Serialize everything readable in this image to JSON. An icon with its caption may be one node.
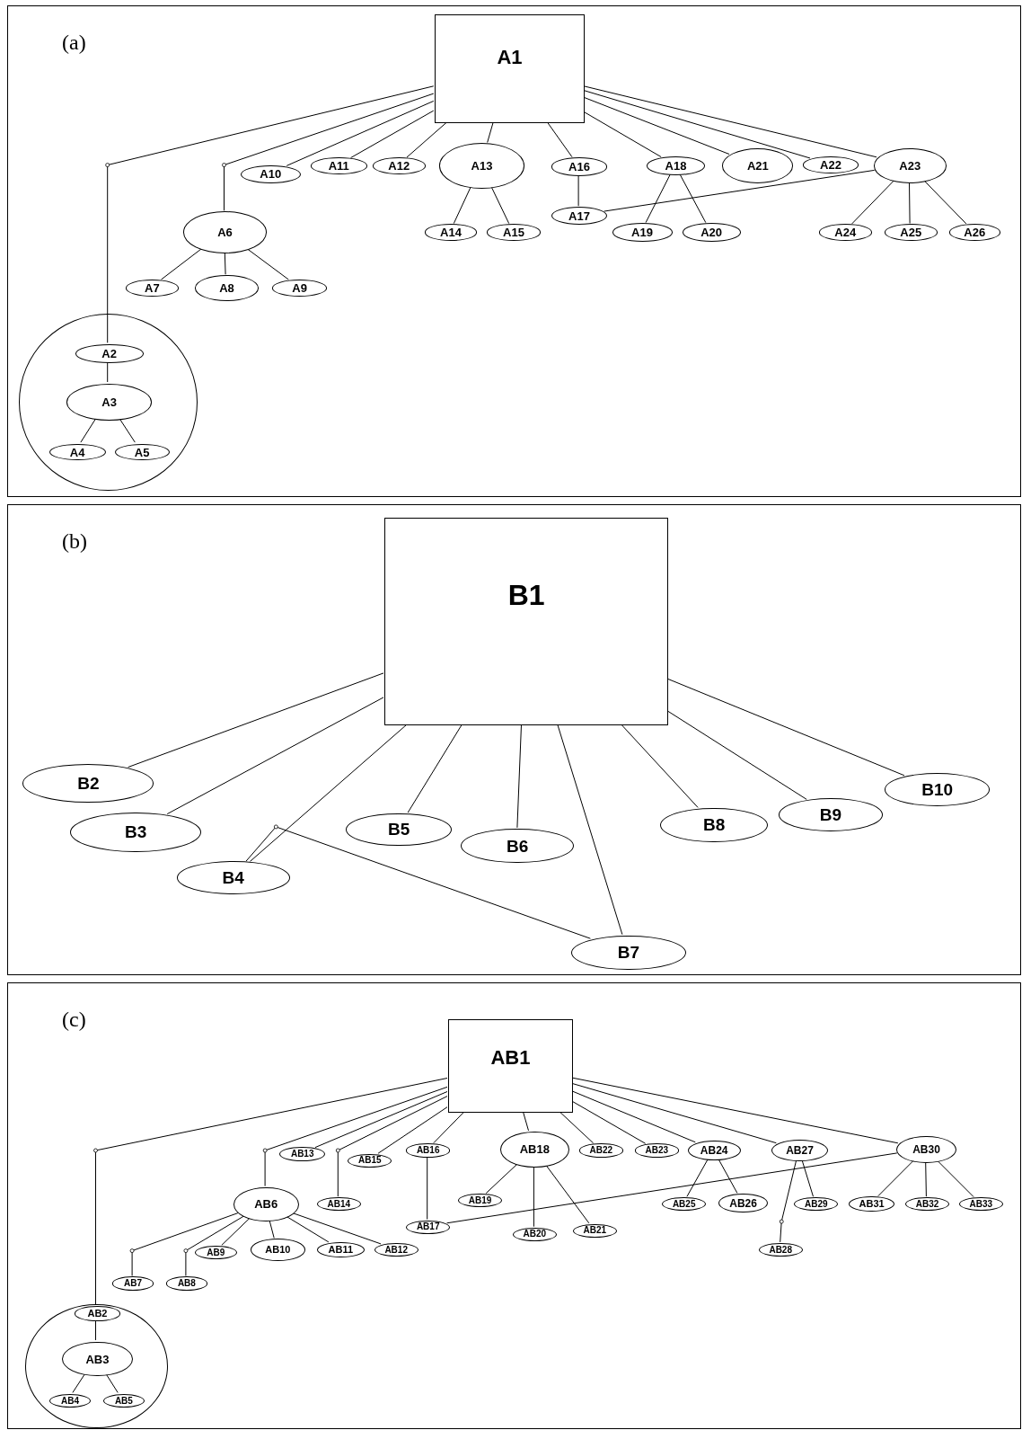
{
  "diagram": {
    "nodes": [
      {
        "text": [
          "(a)"
        ]
      },
      {
        "text": [
          "A1"
        ],
        "in": 0
      },
      {
        "text": [],
        "shape": "circle",
        "in": 0
      },
      {
        "text": [
          "A2"
        ],
        "in": 2
      },
      {
        "text": [
          "A3"
        ],
        "in": 2
      },
      {
        "text": [
          "A4"
        ],
        "in": 2
      },
      {
        "text": [
          "A5"
        ],
        "in": 2
      },
      {
        "text": [
          "A6"
        ],
        "in": 0
      },
      {
        "text": [
          "A7"
        ],
        "in": 0
      },
      {
        "text": [
          "A8"
        ],
        "in": 0
      },
      {
        "text": [
          "A9"
        ],
        "in": 0
      },
      {
        "text": [
          "A10"
        ],
        "in": 0
      },
      {
        "text": [
          "A11"
        ],
        "in": 0
      },
      {
        "text": [
          "A12"
        ],
        "in": 0
      },
      {
        "text": [
          "A13"
        ],
        "in": 0
      },
      {
        "text": [
          "A14"
        ],
        "in": 0
      },
      {
        "text": [
          "A15"
        ],
        "in": 0
      },
      {
        "text": [
          "A16"
        ],
        "in": 0
      },
      {
        "text": [
          "A17"
        ],
        "in": 0
      },
      {
        "text": [
          "A18"
        ],
        "in": 0
      },
      {
        "text": [
          "A19"
        ],
        "in": 0
      },
      {
        "text": [
          "A20"
        ],
        "in": 0
      },
      {
        "text": [
          "A21"
        ],
        "in": 0
      },
      {
        "text": [
          "A22"
        ],
        "in": 0
      },
      {
        "text": [
          "A23"
        ],
        "in": 0
      },
      {
        "text": [
          "A24"
        ],
        "in": 0
      },
      {
        "text": [
          "A25"
        ],
        "in": 0
      },
      {
        "text": [
          "A26"
        ],
        "in": 0
      },
      {
        "text": [
          "(b)"
        ]
      },
      {
        "text": [
          "B1"
        ],
        "in": 28
      },
      {
        "text": [
          "B2"
        ],
        "in": 28
      },
      {
        "text": [
          "B3"
        ],
        "in": 28
      },
      {
        "text": [
          "B4"
        ],
        "in": 28
      },
      {
        "text": [
          "B5"
        ],
        "in": 28
      },
      {
        "text": [
          "B6"
        ],
        "in": 28
      },
      {
        "text": [
          "B7"
        ],
        "in": 28
      },
      {
        "text": [
          "B8"
        ],
        "in": 28
      },
      {
        "text": [
          "B9"
        ],
        "in": 28
      },
      {
        "text": [
          "B10"
        ],
        "in": 28
      },
      {
        "text": [
          "(c)"
        ]
      },
      {
        "text": [
          "AB1"
        ],
        "in": 39
      },
      {
        "text": [],
        "shape": "circle",
        "in": 39
      },
      {
        "text": [
          "AB2"
        ],
        "in": 41
      },
      {
        "text": [
          "AB3"
        ],
        "in": 41
      },
      {
        "text": [
          "AB4"
        ],
        "in": 41
      },
      {
        "text": [
          "AB5"
        ],
        "in": 41
      },
      {
        "text": [
          "AB6"
        ],
        "in": 39
      },
      {
        "text": [
          "AB7"
        ],
        "in": 39
      },
      {
        "text": [
          "AB8"
        ],
        "in": 39
      },
      {
        "text": [
          "AB9"
        ],
        "in": 39
      },
      {
        "text": [
          "AB10"
        ],
        "in": 39
      },
      {
        "text": [
          "AB11"
        ],
        "in": 39
      },
      {
        "text": [
          "AB12"
        ],
        "in": 39
      },
      {
        "text": [
          "AB13"
        ],
        "in": 39
      },
      {
        "text": [
          "AB14"
        ],
        "in": 39
      },
      {
        "text": [
          "AB15"
        ],
        "in": 39
      },
      {
        "text": [
          "AB16"
        ],
        "in": 39
      },
      {
        "text": [
          "AB17"
        ],
        "in": 39
      },
      {
        "text": [
          "AB18"
        ],
        "in": 39
      },
      {
        "text": [
          "AB19"
        ],
        "in": 39
      },
      {
        "text": [
          "AB20"
        ],
        "in": 39
      },
      {
        "text": [
          "AB21"
        ],
        "in": 39
      },
      {
        "text": [
          "AB22"
        ],
        "in": 39
      },
      {
        "text": [
          "AB23"
        ],
        "in": 39
      },
      {
        "text": [
          "AB24"
        ],
        "in": 39
      },
      {
        "text": [
          "AB25"
        ],
        "in": 39
      },
      {
        "text": [
          "AB26"
        ],
        "in": 39
      },
      {
        "text": [
          "AB27"
        ],
        "in": 39
      },
      {
        "text": [
          "AB28"
        ],
        "in": 39
      },
      {
        "text": [
          "AB29"
        ],
        "in": 39
      },
      {
        "text": [
          "AB30"
        ],
        "in": 39
      },
      {
        "text": [
          "AB31"
        ],
        "in": 39
      },
      {
        "text": [
          "AB32"
        ],
        "in": 39
      },
      {
        "text": [
          "AB33"
        ],
        "in": 39
      }
    ],
    "edges": [
      {
        "from": 1,
        "to": 3,
        "arrow": "none"
      },
      {
        "from": 3,
        "to": 4,
        "arrow": "none"
      },
      {
        "from": 4,
        "to": 5,
        "arrow": "none"
      },
      {
        "from": 4,
        "to": 6,
        "arrow": "none"
      },
      {
        "from": 1,
        "to": 7,
        "arrow": "none"
      },
      {
        "from": 7,
        "to": 8,
        "arrow": "none"
      },
      {
        "from": 7,
        "to": 9,
        "arrow": "none"
      },
      {
        "from": 7,
        "to": 10,
        "arrow": "none"
      },
      {
        "from": 1,
        "to": 11,
        "arrow": "none"
      },
      {
        "from": 1,
        "to": 12,
        "arrow": "none"
      },
      {
        "from": 1,
        "to": 13,
        "arrow": "none"
      },
      {
        "from": 1,
        "to": 14,
        "arrow": "none"
      },
      {
        "from": 14,
        "to": 15,
        "arrow": "none"
      },
      {
        "from": 14,
        "to": 16,
        "arrow": "none"
      },
      {
        "from": 1,
        "to": 17,
        "arrow": "none"
      },
      {
        "from": 17,
        "to": 18,
        "arrow": "none"
      },
      {
        "from": 1,
        "to": 19,
        "arrow": "none"
      },
      {
        "from": 19,
        "to": 20,
        "arrow": "none"
      },
      {
        "from": 19,
        "to": 21,
        "arrow": "none"
      },
      {
        "from": 1,
        "to": 22,
        "arrow": "none"
      },
      {
        "from": 1,
        "to": 23,
        "arrow": "none"
      },
      {
        "from": 1,
        "to": 24,
        "arrow": "none"
      },
      {
        "from": 24,
        "to": 18,
        "arrow": "none"
      },
      {
        "from": 24,
        "to": 25,
        "arrow": "none"
      },
      {
        "from": 24,
        "to": 26,
        "arrow": "none"
      },
      {
        "from": 24,
        "to": 27,
        "arrow": "none"
      },
      {
        "from": 29,
        "to": 30,
        "arrow": "none"
      },
      {
        "from": 29,
        "to": 31,
        "arrow": "none"
      },
      {
        "from": 29,
        "to": 32,
        "arrow": "none"
      },
      {
        "from": 29,
        "to": 33,
        "arrow": "none"
      },
      {
        "from": 29,
        "to": 34,
        "arrow": "none"
      },
      {
        "from": 29,
        "to": 35,
        "arrow": "none"
      },
      {
        "from": 29,
        "to": 36,
        "arrow": "none"
      },
      {
        "from": 29,
        "to": 37,
        "arrow": "none"
      },
      {
        "from": 29,
        "to": 38,
        "arrow": "none"
      },
      {
        "from": 32,
        "to": 35,
        "arrow": "none"
      },
      {
        "from": 40,
        "to": 42,
        "arrow": "none"
      },
      {
        "from": 42,
        "to": 43,
        "arrow": "none"
      },
      {
        "from": 43,
        "to": 44,
        "arrow": "none"
      },
      {
        "from": 43,
        "to": 45,
        "arrow": "none"
      },
      {
        "from": 40,
        "to": 46,
        "arrow": "none"
      },
      {
        "from": 46,
        "to": 47,
        "arrow": "none"
      },
      {
        "from": 46,
        "to": 48,
        "arrow": "none"
      },
      {
        "from": 46,
        "to": 49,
        "arrow": "none"
      },
      {
        "from": 46,
        "to": 50,
        "arrow": "none"
      },
      {
        "from": 46,
        "to": 51,
        "arrow": "none"
      },
      {
        "from": 46,
        "to": 52,
        "arrow": "none"
      },
      {
        "from": 40,
        "to": 53,
        "arrow": "none"
      },
      {
        "from": 40,
        "to": 54,
        "arrow": "none"
      },
      {
        "from": 40,
        "to": 55,
        "arrow": "none"
      },
      {
        "from": 40,
        "to": 56,
        "arrow": "none"
      },
      {
        "from": 56,
        "to": 57,
        "arrow": "none"
      },
      {
        "from": 40,
        "to": 58,
        "arrow": "none"
      },
      {
        "from": 58,
        "to": 59,
        "arrow": "none"
      },
      {
        "from": 58,
        "to": 60,
        "arrow": "none"
      },
      {
        "from": 58,
        "to": 61,
        "arrow": "none"
      },
      {
        "from": 40,
        "to": 62,
        "arrow": "none"
      },
      {
        "from": 40,
        "to": 63,
        "arrow": "none"
      },
      {
        "from": 40,
        "to": 64,
        "arrow": "none"
      },
      {
        "from": 64,
        "to": 65,
        "arrow": "none"
      },
      {
        "from": 64,
        "to": 66,
        "arrow": "none"
      },
      {
        "from": 40,
        "to": 67,
        "arrow": "none"
      },
      {
        "from": 67,
        "to": 68,
        "arrow": "none"
      },
      {
        "from": 67,
        "to": 69,
        "arrow": "none"
      },
      {
        "from": 40,
        "to": 70,
        "arrow": "none"
      },
      {
        "from": 70,
        "to": 57,
        "arrow": "none"
      },
      {
        "from": 70,
        "to": 71,
        "arrow": "none"
      },
      {
        "from": 70,
        "to": 72,
        "arrow": "none"
      },
      {
        "from": 70,
        "to": 73,
        "arrow": "none"
      }
    ]
  }
}
